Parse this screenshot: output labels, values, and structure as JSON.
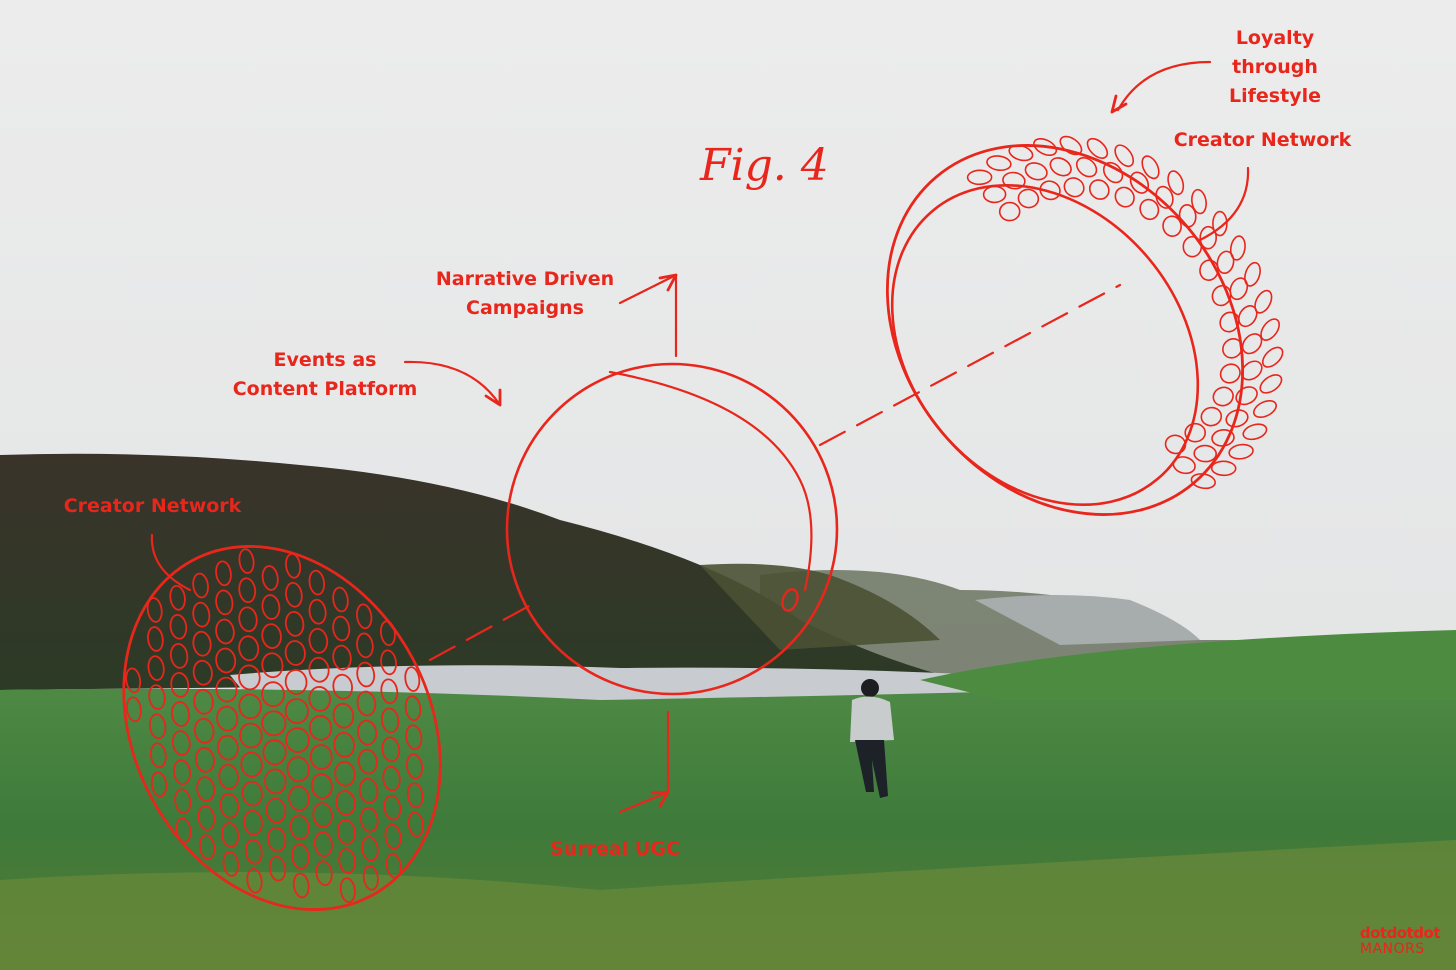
{
  "figure": {
    "title": "Fig. 4"
  },
  "labels": {
    "narrative": "Narrative Driven\nCampaigns",
    "events": "Events as\nContent Platform",
    "creator_left": "Creator Network",
    "creator_right": "Creator Network",
    "loyalty": "Loyalty\nthrough\nLifestyle",
    "ugc": "Surreal UGC"
  },
  "logo": {
    "top": "dotdotdot",
    "bottom": "MANORS"
  },
  "icons": [
    "golf-ball-half-icon",
    "hollow-sphere-icon",
    "golf-ball-shell-icon"
  ],
  "colors": {
    "ink": "#e8261c",
    "sky": "#e9eaea",
    "hill": "#353028",
    "fairway": "#3f7d3c",
    "lake": "#c8ccd1"
  }
}
